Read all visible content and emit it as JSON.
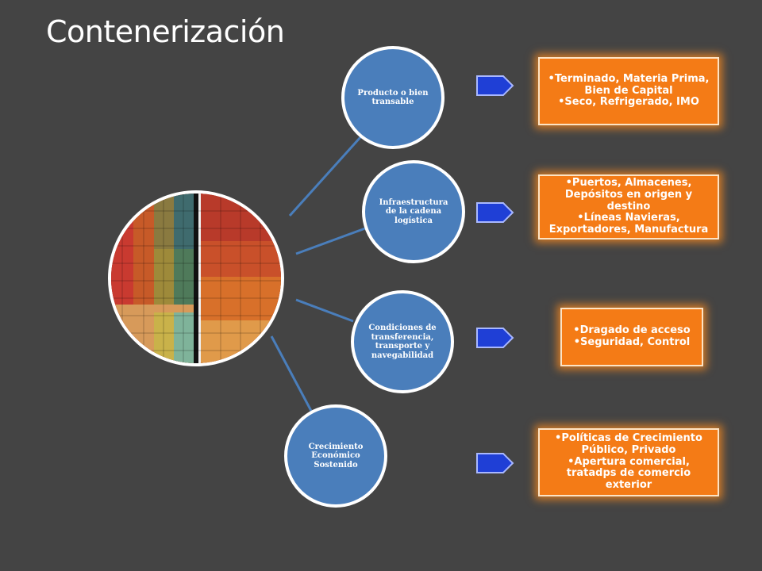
{
  "title": "Contenerización",
  "colors": {
    "background": "#444444",
    "node": "#4a7ebb",
    "box": "#f47b16",
    "arrow": "#1f3fd6"
  },
  "nodes": [
    {
      "label": "Producto o bien transable"
    },
    {
      "label": "Infraestructura de la cadena logística"
    },
    {
      "label": "Condiciones de transferencia, transporte y navegabilidad"
    },
    {
      "label": "Crecimiento Económico Sostenido"
    }
  ],
  "boxes": [
    {
      "lines": [
        "•Terminado, Materia Prima, Bien de Capital",
        "•Seco, Refrigerado, IMO"
      ]
    },
    {
      "lines": [
        "•Puertos, Almacenes, Depósitos en origen y destino",
        "•Líneas Navieras, Exportadores, Manufactura"
      ]
    },
    {
      "lines": [
        "•Dragado de acceso",
        "•Seguridad, Control"
      ]
    },
    {
      "lines": [
        "•Políticas de Crecimiento Público, Privado",
        "•Apertura comercial, tratadps de comercio exterior"
      ]
    }
  ]
}
